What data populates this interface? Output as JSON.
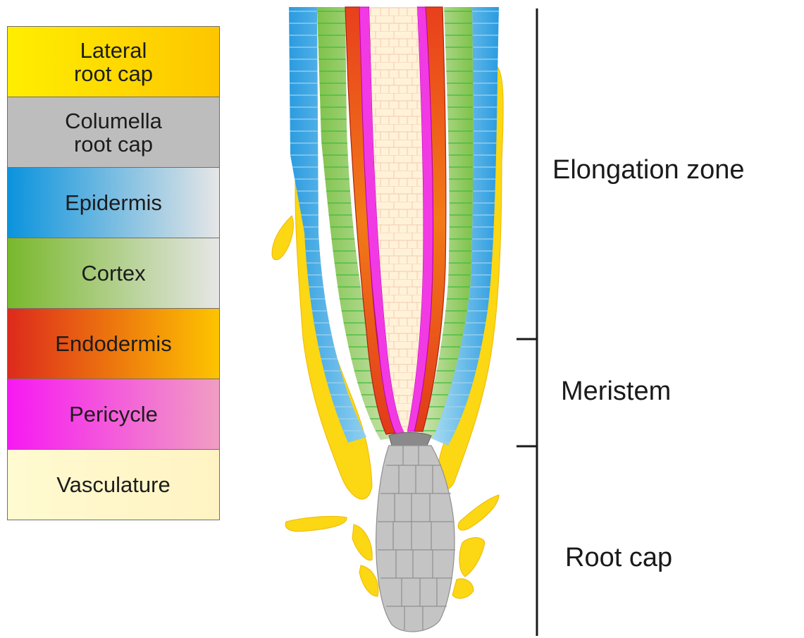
{
  "legend": {
    "items": [
      {
        "key": "lateral-root-cap",
        "label": "Lateral\nroot cap",
        "colors": [
          "#ffee00",
          "#fdc600"
        ]
      },
      {
        "key": "columella-root-cap",
        "label": "Columella\nroot cap",
        "colors": [
          "#bdbdbd",
          "#bdbdbd"
        ]
      },
      {
        "key": "epidermis",
        "label": "Epidermis",
        "colors": [
          "#0b93dd",
          "#e6e6e6"
        ]
      },
      {
        "key": "cortex",
        "label": "Cortex",
        "colors": [
          "#79b82c",
          "#e6e6e6"
        ]
      },
      {
        "key": "endodermis",
        "label": "Endodermis",
        "colors": [
          "#dd2a1c",
          "#fdc400"
        ]
      },
      {
        "key": "pericycle",
        "label": "Pericycle",
        "colors": [
          "#f719f2",
          "#f09ec3"
        ]
      },
      {
        "key": "vasculature",
        "label": "Vasculature",
        "colors": [
          "#fffad0",
          "#fff3c3"
        ]
      }
    ]
  },
  "zones": {
    "elongation": "Elongation zone",
    "meristem": "Meristem",
    "root_cap": "Root cap"
  },
  "colors": {
    "epidermis": "#38a8e4",
    "cortex": "#90c85a",
    "endodermis": "#ec5a18",
    "pericycle": "#f13ae4",
    "vasculature": "#fff2d8",
    "lateral_root_cap": "#fbd714",
    "columella": "#c4c4c4",
    "quiescent_center": "#8a8a8a",
    "scale_line": "#1a1a1a"
  }
}
